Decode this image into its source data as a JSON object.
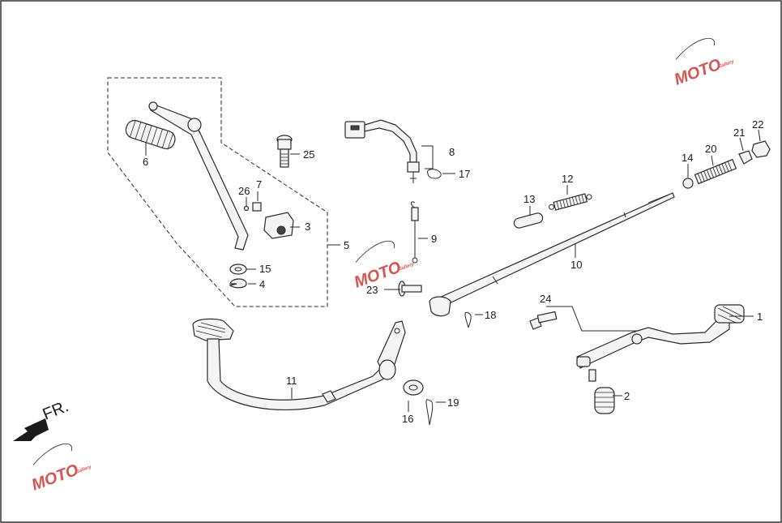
{
  "direction_label": "FR.",
  "watermark": {
    "text": "MOTO",
    "sub": "Gallery",
    "color_red": "#d9534f",
    "color_blue": "#4a6fb5"
  },
  "callouts": {
    "p1": "1",
    "p2": "2",
    "p3": "3",
    "p4": "4",
    "p5": "5",
    "p6": "6",
    "p7": "7",
    "p8": "8",
    "p9": "9",
    "p10": "10",
    "p11": "11",
    "p12": "12",
    "p13": "13",
    "p14": "14",
    "p15": "15",
    "p16": "16",
    "p17": "17",
    "p18": "18",
    "p19": "19",
    "p20": "20",
    "p21": "21",
    "p22": "22",
    "p23": "23",
    "p24": "24",
    "p25": "25",
    "p26": "26"
  },
  "colors": {
    "line": "#2a2a2a",
    "part_fill": "#f4f4f4",
    "frame": "#333333"
  }
}
